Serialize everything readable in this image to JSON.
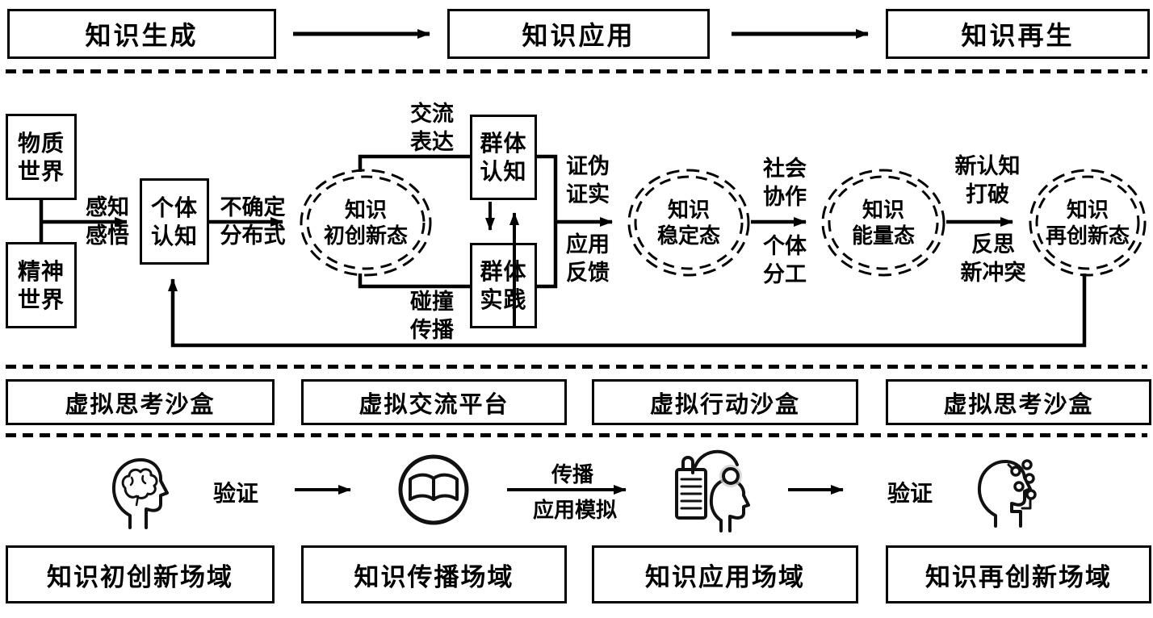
{
  "colors": {
    "ink": "#000000",
    "background": "#ffffff"
  },
  "top_flow": {
    "stages": [
      {
        "label": "知识生成"
      },
      {
        "label": "知识应用"
      },
      {
        "label": "知识再生"
      }
    ]
  },
  "middle_flow": {
    "world_boxes": [
      {
        "label": "物质\n世界"
      },
      {
        "label": "精神\n世界"
      }
    ],
    "cognition_boxes": [
      {
        "label": "个体\n认知"
      },
      {
        "label": "群体\n认知"
      },
      {
        "label": "群体\n实践"
      }
    ],
    "knowledge_states": [
      {
        "label": "知识\n初创新态"
      },
      {
        "label": "知识\n稳定态"
      },
      {
        "label": "知识\n能量态"
      },
      {
        "label": "知识\n再创新态"
      }
    ],
    "edge_labels": {
      "perceive": "感知\n感悟",
      "uncertain_distributed": "不确定\n分布式",
      "exchange_express": "交流\n表达",
      "collide_spread": "碰撞\n传播",
      "falsify_verify": "证伪\n证实",
      "apply_feedback": "应用\n反馈",
      "social_collaboration": "社会\n协作",
      "individual_division": "个体\n分工",
      "new_cognition_break": "新认知\n打破",
      "reflect_new_conflict": "反思\n新冲突"
    }
  },
  "platform_row": {
    "boxes": [
      {
        "label": "虚拟思考沙盒"
      },
      {
        "label": "虚拟交流平台"
      },
      {
        "label": "虚拟行动沙盒"
      },
      {
        "label": "虚拟思考沙盒"
      }
    ]
  },
  "simulation_flow": {
    "verify_left": "验证",
    "spread": "传播",
    "apply_simulate": "应用模拟",
    "verify_right": "验证"
  },
  "field_row": {
    "boxes": [
      {
        "label": "知识初创新场域"
      },
      {
        "label": "知识传播场域"
      },
      {
        "label": "知识应用场域"
      },
      {
        "label": "知识再创新场域"
      }
    ]
  }
}
